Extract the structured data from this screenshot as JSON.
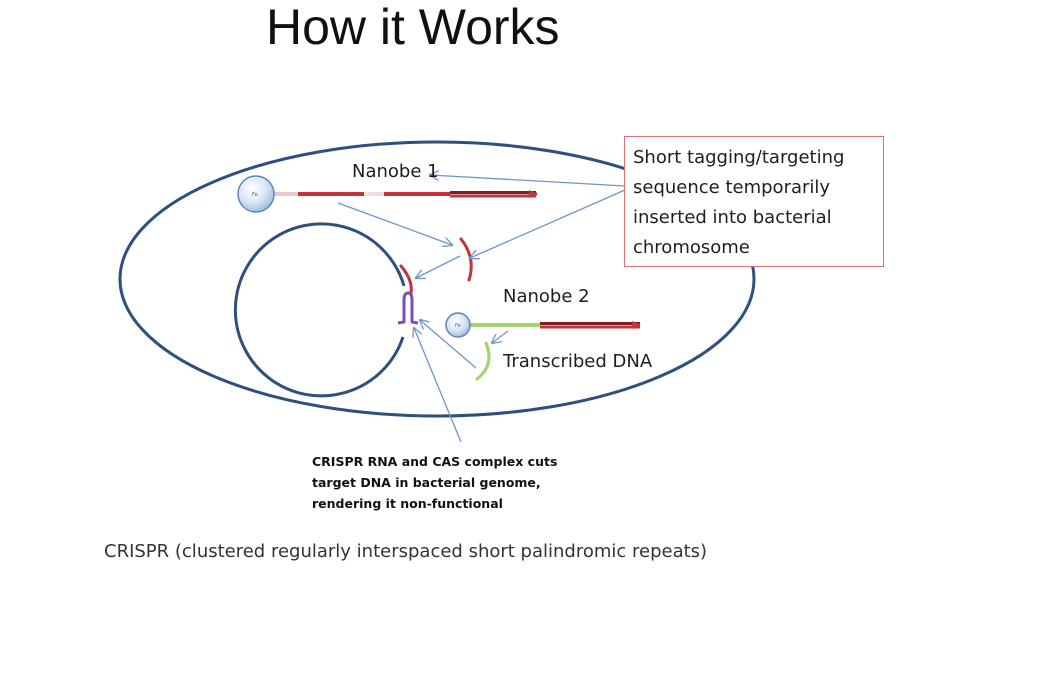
{
  "slide": {
    "title": "How it Works",
    "callout": {
      "lines": [
        "Short tagging/targeting",
        "sequence temporarily",
        "inserted into bacterial",
        "chromosome"
      ]
    },
    "nanobe1": {
      "label": "Nanobe 1",
      "icon_text": "Fe"
    },
    "nanobe2": {
      "label": "Nanobe 2",
      "icon_text": "Fe"
    },
    "transcribed_label": "Transcribed DNA",
    "cas_caption": {
      "lines": [
        "CRISPR RNA and CAS complex cuts",
        "target DNA in bacterial genome,",
        "rendering it non-functional"
      ]
    },
    "footnote": "CRISPR (clustered regularly interspaced short palindromic repeats)"
  },
  "colors": {
    "outline": "#2f4f7f",
    "arrow": "#6f95c8",
    "dna_red": "#c5323a",
    "dna_dark": "#7a1f2a",
    "light_green": "#a4d36a",
    "cas_purple": "#7b4fb5",
    "callout_border": "#d8737a"
  }
}
